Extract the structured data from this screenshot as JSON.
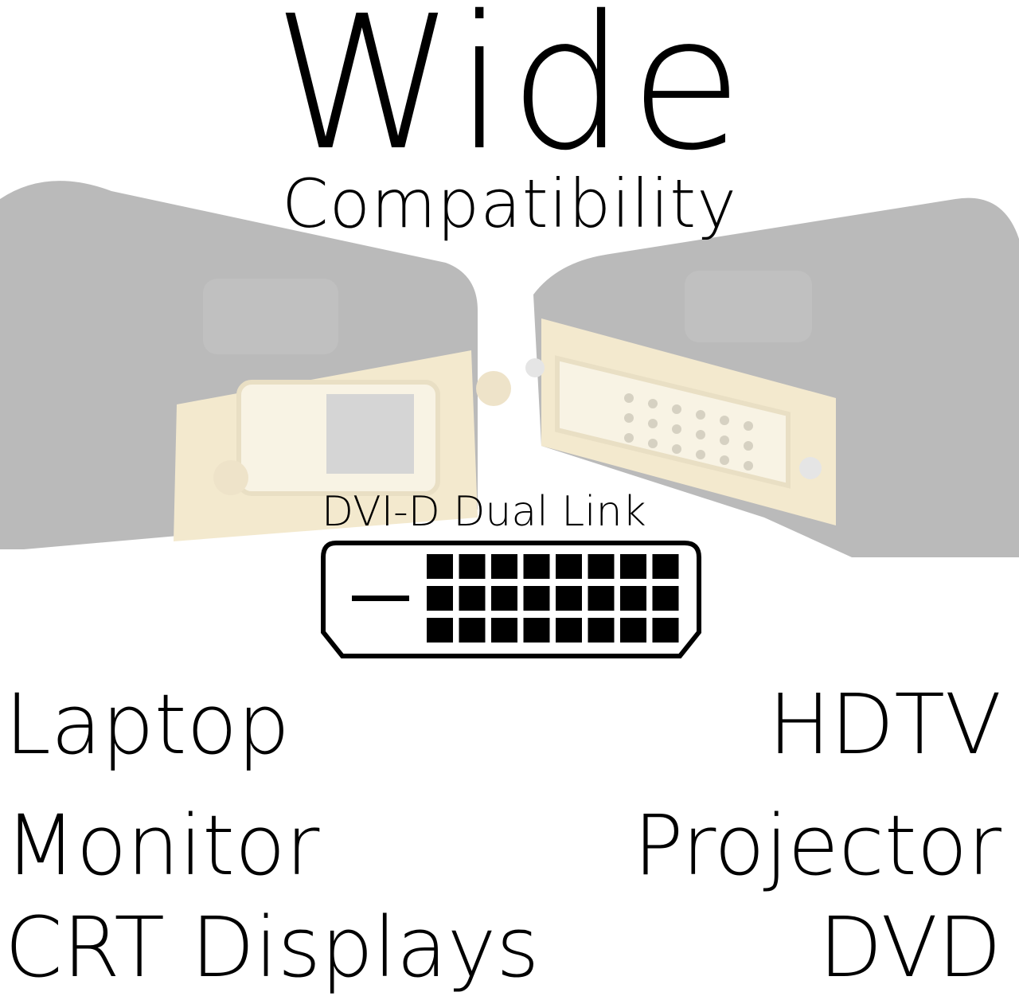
{
  "heading": {
    "main": "Wide",
    "sub": "Compatibility"
  },
  "connector": {
    "label": "DVI-D Dual Link"
  },
  "devices": {
    "left": [
      "Laptop",
      "Monitor",
      "CRT Displays"
    ],
    "right": [
      "HDTV",
      "Projector",
      "DVD"
    ]
  },
  "colors": {
    "text": "#000000",
    "background": "#ffffff",
    "gold": "#d9b860",
    "connector_body": "#2a2a2a"
  }
}
